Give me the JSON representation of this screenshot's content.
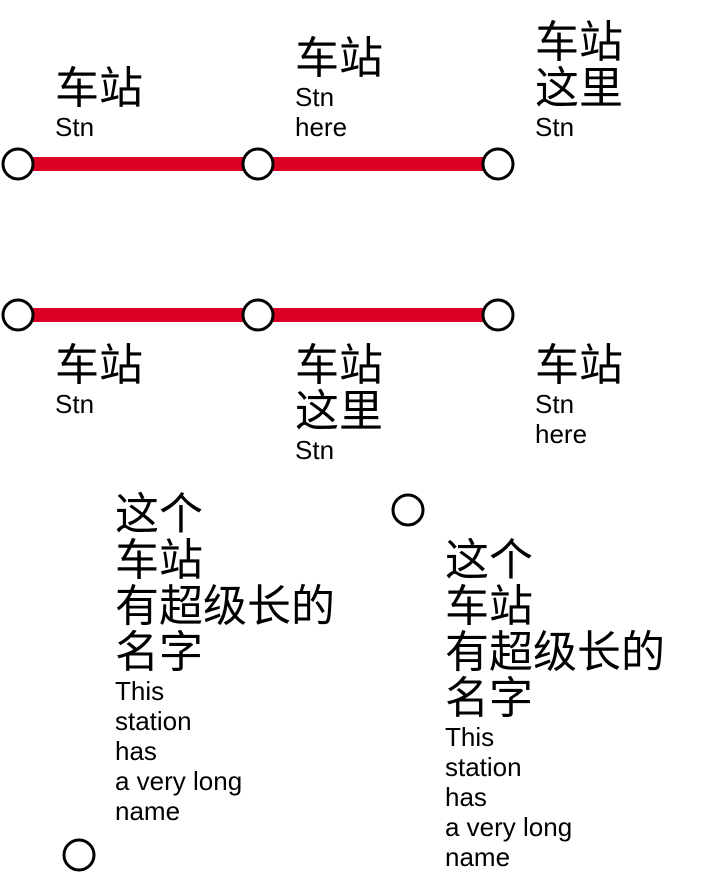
{
  "colors": {
    "line": "#dc0025",
    "station_fill": "#ffffff",
    "station_stroke": "#000000"
  },
  "diagram1": {
    "stations": [
      {
        "zh": "车站",
        "en": "Stn"
      },
      {
        "zh": "车站",
        "en": "Stn\nhere"
      },
      {
        "zh": "车站\n这里",
        "en": "Stn"
      }
    ]
  },
  "diagram2": {
    "stations": [
      {
        "zh": "车站",
        "en": "Stn"
      },
      {
        "zh": "车站\n这里",
        "en": "Stn"
      },
      {
        "zh": "车站",
        "en": "Stn\nhere"
      }
    ]
  },
  "diagram3": {
    "stations": [
      {
        "zh": "这个\n车站\n有超级长的\n名字",
        "en": "This\nstation\nhas\na very long\nname"
      },
      {
        "zh": "这个\n车站\n有超级长的\n名字",
        "en": "This\nstation\nhas\na very long\nname"
      }
    ]
  }
}
